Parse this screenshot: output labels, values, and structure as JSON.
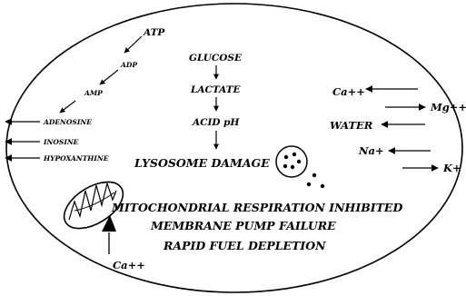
{
  "diagram": {
    "atp_chain": [
      "ATP",
      "ADP",
      "AMP"
    ],
    "glucose_chain": [
      "GLUCOSE",
      "LACTATE",
      "ACID pH",
      "LYSOSOME DAMAGE"
    ],
    "efflux_products": [
      "ADENOSINE",
      "INOSINE",
      "HYPOXANTHINE"
    ],
    "ions": {
      "calcium_in": "Ca++",
      "magnesium_out": "Mg++",
      "water_in": "WATER",
      "sodium_in": "Na+",
      "potassium_out": "K+",
      "calcium_mito": "Ca++"
    },
    "effects": [
      "MITOCHONDRIAL RESPIRATION INHIBITED",
      "MEMBRANE PUMP FAILURE",
      "RAPID FUEL DEPLETION"
    ]
  }
}
